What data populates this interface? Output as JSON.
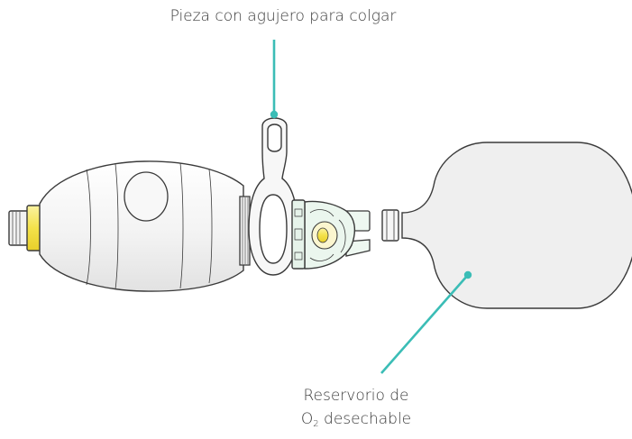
{
  "labels": {
    "hanging_piece": "Pieza con agujero para colgar",
    "reservoir_line1": "Reservorio de",
    "reservoir_o": "O",
    "reservoir_subscript": "2",
    "reservoir_rest": " desechable"
  },
  "colors": {
    "leader_line": "#3bbdb6",
    "outline": "#3a3a3a",
    "reservoir_fill": "#efefef",
    "bag_fill": "#f6f6f6",
    "valve_fill": "#ebf6ee",
    "yellow_accent": "#f4e24a"
  },
  "icons": {
    "reservoir": "oxygen-reservoir-bag-icon",
    "bag": "resuscitator-bag-icon",
    "ring": "hanging-ring-icon",
    "valve": "intake-valve-icon"
  }
}
